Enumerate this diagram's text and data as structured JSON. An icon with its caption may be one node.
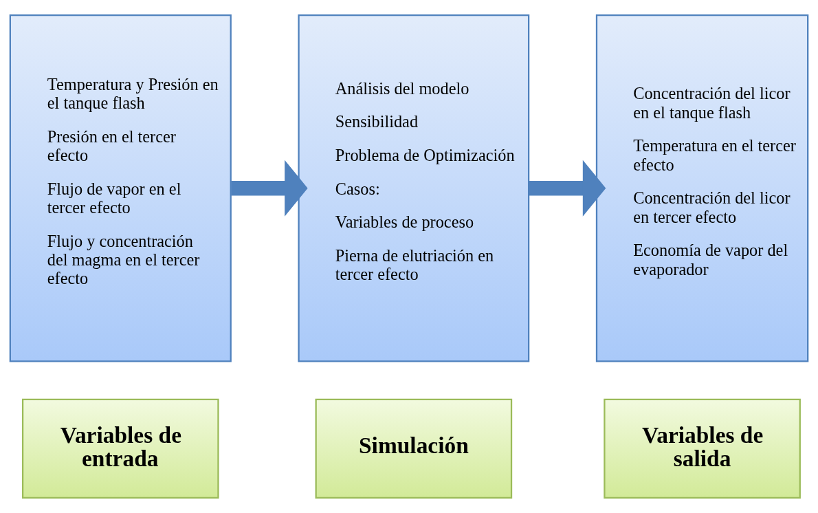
{
  "diagram": {
    "nodes": [
      {
        "text": [
          "Variables de entrada"
        ]
      },
      {
        "text": [
          "Simulación"
        ]
      },
      {
        "text": [
          "Variables de salida"
        ]
      },
      {
        "text": [
          "Temperatura y Presión en el tanque flash",
          "Presión en el tercer efecto",
          "Flujo de vapor en el tercer efecto",
          "Flujo y concentración del magma en el tercer efecto"
        ]
      },
      {
        "text": [
          "Análisis del modelo",
          "Sensibilidad",
          "Problema de Optimización",
          "Casos:",
          "Variables de proceso",
          "Pierna de elutriación en tercer efecto"
        ]
      },
      {
        "text": [
          "Concentración del licor en el tanque flash",
          "Temperatura en el tercer efecto",
          "Concentración del licor en tercer efecto",
          "Economía de vapor del evaporador"
        ]
      }
    ],
    "edges": [
      {
        "from": 3,
        "to": 4,
        "arrow": "to"
      },
      {
        "from": 4,
        "to": 5,
        "arrow": "to"
      }
    ]
  }
}
